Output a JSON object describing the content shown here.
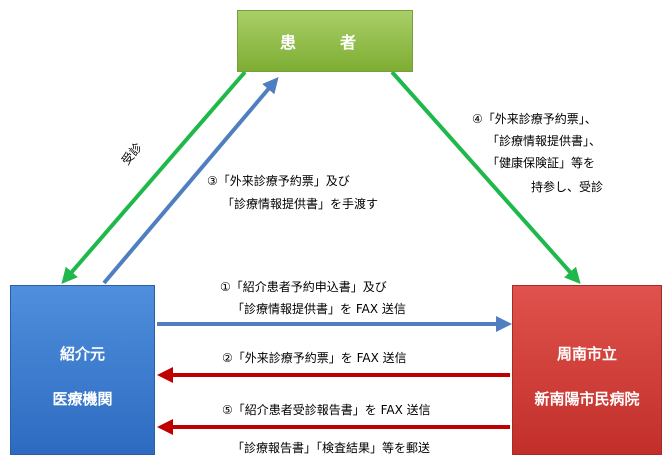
{
  "nodes": {
    "patient": "患　者",
    "referrer": [
      "紹介元",
      "医療機関"
    ],
    "hospital": [
      "周南市立",
      "新南陽市民病院"
    ]
  },
  "edges": {
    "visit": "受診",
    "step3": [
      "③「外来診療予約票」及び",
      "「診療情報提供書」を手渡す"
    ],
    "step4": [
      "④「外来診療予約票」、",
      "「診療情報提供書」、",
      "「健康保険証」等を",
      "持参し、受診"
    ],
    "step1": [
      "①「紹介患者予約申込書」及び",
      "「診療情報提供書」を FAX 送信"
    ],
    "step2": "②「外来診療予約票」を FAX 送信",
    "step5": "⑤「紹介患者受診報告書」を FAX 送信",
    "mail": "「診療報告書」「検査結果」等を郵送"
  },
  "colors": {
    "green": "#1fb84a",
    "blue": "#4f7fc0",
    "red": "#c00000"
  }
}
